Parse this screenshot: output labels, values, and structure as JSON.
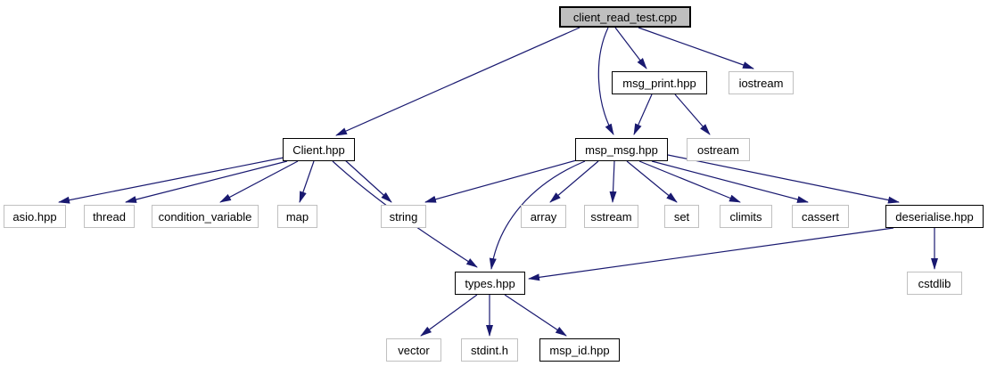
{
  "diagram": {
    "kind": "include-dependency-graph",
    "root_file": "client_read_test.cpp",
    "colors": {
      "edge": "#191970",
      "root_node_fill": "#bfbfbf",
      "node_fill": "#ffffff",
      "documented_node_border": "#000000",
      "external_node_border": "#c0c0c0",
      "background": "#ffffff"
    },
    "nodes": {
      "client_read_test_cpp": {
        "label": "client_read_test.cpp",
        "kind": "main"
      },
      "msg_print_hpp": {
        "label": "msg_print.hpp",
        "kind": "documented"
      },
      "iostream": {
        "label": "iostream",
        "kind": "external"
      },
      "client_hpp": {
        "label": "Client.hpp",
        "kind": "documented"
      },
      "msp_msg_hpp": {
        "label": "msp_msg.hpp",
        "kind": "documented"
      },
      "ostream": {
        "label": "ostream",
        "kind": "external"
      },
      "asio_hpp": {
        "label": "asio.hpp",
        "kind": "external"
      },
      "thread": {
        "label": "thread",
        "kind": "external"
      },
      "condition_variable": {
        "label": "condition_variable",
        "kind": "external"
      },
      "map": {
        "label": "map",
        "kind": "external"
      },
      "string": {
        "label": "string",
        "kind": "external"
      },
      "array": {
        "label": "array",
        "kind": "external"
      },
      "sstream": {
        "label": "sstream",
        "kind": "external"
      },
      "set": {
        "label": "set",
        "kind": "external"
      },
      "climits": {
        "label": "climits",
        "kind": "external"
      },
      "cassert": {
        "label": "cassert",
        "kind": "external"
      },
      "deserialise_hpp": {
        "label": "deserialise.hpp",
        "kind": "documented"
      },
      "types_hpp": {
        "label": "types.hpp",
        "kind": "documented"
      },
      "cstdlib": {
        "label": "cstdlib",
        "kind": "external"
      },
      "vector": {
        "label": "vector",
        "kind": "external"
      },
      "stdint_h": {
        "label": "stdint.h",
        "kind": "external"
      },
      "msp_id_hpp": {
        "label": "msp_id.hpp",
        "kind": "documented"
      }
    },
    "edges": [
      {
        "from": "client_read_test.cpp",
        "to": "Client.hpp"
      },
      {
        "from": "client_read_test.cpp",
        "to": "msg_print.hpp"
      },
      {
        "from": "client_read_test.cpp",
        "to": "iostream"
      },
      {
        "from": "client_read_test.cpp",
        "to": "msp_msg.hpp"
      },
      {
        "from": "msg_print.hpp",
        "to": "msp_msg.hpp"
      },
      {
        "from": "msg_print.hpp",
        "to": "ostream"
      },
      {
        "from": "Client.hpp",
        "to": "asio.hpp"
      },
      {
        "from": "Client.hpp",
        "to": "thread"
      },
      {
        "from": "Client.hpp",
        "to": "condition_variable"
      },
      {
        "from": "Client.hpp",
        "to": "map"
      },
      {
        "from": "Client.hpp",
        "to": "string"
      },
      {
        "from": "Client.hpp",
        "to": "types.hpp"
      },
      {
        "from": "msp_msg.hpp",
        "to": "string"
      },
      {
        "from": "msp_msg.hpp",
        "to": "types.hpp"
      },
      {
        "from": "msp_msg.hpp",
        "to": "array"
      },
      {
        "from": "msp_msg.hpp",
        "to": "sstream"
      },
      {
        "from": "msp_msg.hpp",
        "to": "set"
      },
      {
        "from": "msp_msg.hpp",
        "to": "climits"
      },
      {
        "from": "msp_msg.hpp",
        "to": "cassert"
      },
      {
        "from": "msp_msg.hpp",
        "to": "deserialise.hpp"
      },
      {
        "from": "deserialise.hpp",
        "to": "types.hpp"
      },
      {
        "from": "deserialise.hpp",
        "to": "cstdlib"
      },
      {
        "from": "types.hpp",
        "to": "vector"
      },
      {
        "from": "types.hpp",
        "to": "stdint.h"
      },
      {
        "from": "types.hpp",
        "to": "msp_id.hpp"
      }
    ]
  }
}
